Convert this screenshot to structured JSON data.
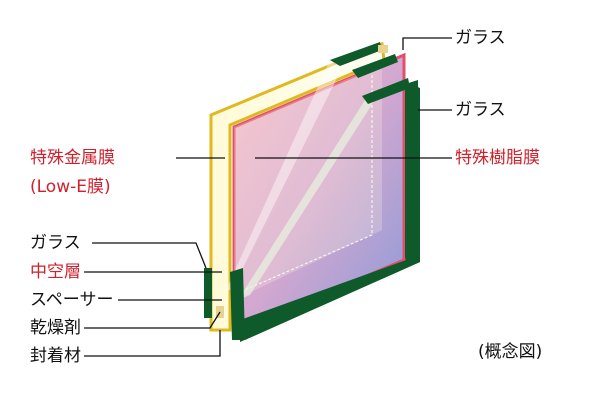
{
  "labels": {
    "glass_outer": "ガラス",
    "glass_inner": "ガラス",
    "low_e_film": "特殊金属膜",
    "low_e_film_sub": "(Low-E膜)",
    "resin_film": "特殊樹脂膜",
    "glass_left": "ガラス",
    "air_layer": "中空層",
    "spacer": "スペーサー",
    "desiccant": "乾燥剤",
    "sealant": "封着材",
    "concept_note": "(概念図)"
  },
  "colors": {
    "frame": "#0f5a2a",
    "highlight_label": "#d0202c",
    "front_edge": "#e0b820",
    "film_edge": "#e0506a"
  }
}
